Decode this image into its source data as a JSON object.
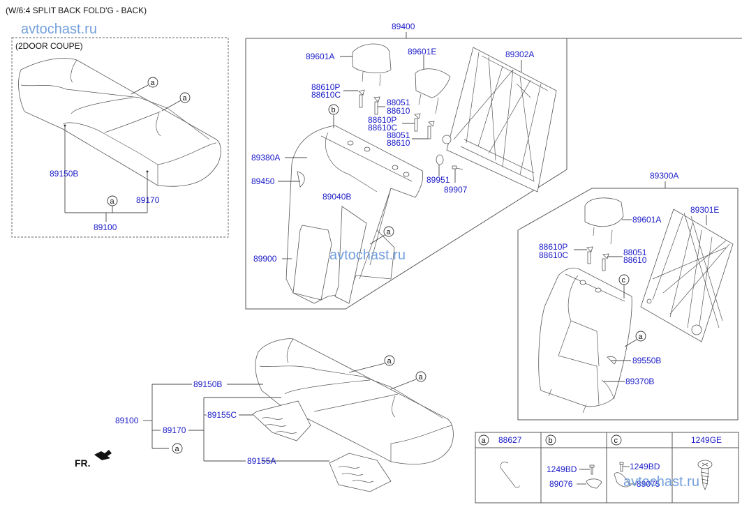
{
  "header": {
    "title": "(W/6:4 SPLIT BACK FOLD'G - BACK)",
    "watermark": "avtochast.ru"
  },
  "coupe_section": {
    "title": "(2DOOR COUPE)",
    "labels": {
      "cover_b": "89150B",
      "cushion": "89170",
      "assembly": "89100"
    },
    "refs": [
      "a",
      "a",
      "a"
    ]
  },
  "back_6_section": {
    "assembly": "89400",
    "labels": {
      "headrest_a": "89601A",
      "headrest_e": "89601E",
      "frame": "89302A",
      "guide_1": "88610P",
      "guide_1b": "88610C",
      "guide_2": "88051",
      "guide_2b": "88610",
      "guide_3": "88610P",
      "guide_3b": "88610C",
      "guide_4": "88051",
      "guide_4b": "88610",
      "cover": "89380A",
      "cover_small": "89450",
      "bracket": "89040B",
      "armrest": "89900",
      "bushing": "89951",
      "bolt": "89907"
    },
    "refs": [
      "b",
      "a"
    ]
  },
  "back_4_section": {
    "assembly": "89300A",
    "labels": {
      "headrest": "89601A",
      "frame": "89301E",
      "guide_1": "88610P",
      "guide_1b": "88610C",
      "guide_2": "88051",
      "guide_2b": "88610",
      "cover_small": "89550B",
      "cover": "89370B"
    },
    "refs": [
      "c",
      "a"
    ]
  },
  "cushion_section": {
    "labels": {
      "assembly": "89100",
      "cover_b": "89150B",
      "cushion": "89170",
      "heater_c": "89155C",
      "heater_a": "89155A"
    },
    "refs": [
      "a",
      "a",
      "a"
    ],
    "direction": "FR."
  },
  "legend_table": {
    "columns": [
      {
        "ref": "a",
        "part": "88627",
        "items": []
      },
      {
        "ref": "b",
        "part": "",
        "items": [
          "1249BD",
          "89076"
        ]
      },
      {
        "ref": "c",
        "part": "",
        "items": [
          "1249BD",
          "89075"
        ]
      },
      {
        "ref": "",
        "part": "1249GE",
        "items": []
      }
    ]
  },
  "colors": {
    "label": "#1a1ac8",
    "watermark": "#5b8fd6",
    "line": "#444444"
  }
}
